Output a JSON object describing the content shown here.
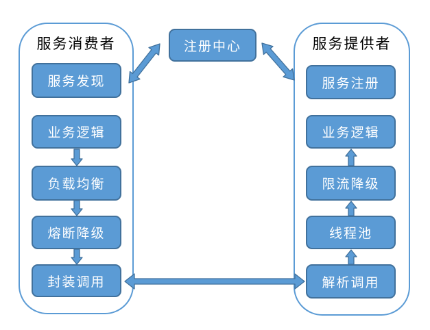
{
  "registry": {
    "label": "注册中心"
  },
  "consumer": {
    "title": "服务消费者",
    "boxes": [
      {
        "label": "服务发现"
      },
      {
        "label": "业务逻辑"
      },
      {
        "label": "负载均衡"
      },
      {
        "label": "熔断降级"
      },
      {
        "label": "封装调用"
      }
    ]
  },
  "provider": {
    "title": "服务提供者",
    "boxes": [
      {
        "label": "服务注册"
      },
      {
        "label": "业务逻辑"
      },
      {
        "label": "限流降级"
      },
      {
        "label": "线程池"
      },
      {
        "label": "解析调用"
      }
    ]
  },
  "connections": [
    {
      "from": "服务发现",
      "to": "注册中心",
      "direction": "bidirectional"
    },
    {
      "from": "注册中心",
      "to": "服务注册",
      "direction": "bidirectional"
    },
    {
      "from": "业务逻辑",
      "to": "负载均衡",
      "direction": "down",
      "side": "consumer"
    },
    {
      "from": "负载均衡",
      "to": "熔断降级",
      "direction": "down",
      "side": "consumer"
    },
    {
      "from": "熔断降级",
      "to": "封装调用",
      "direction": "down",
      "side": "consumer"
    },
    {
      "from": "解析调用",
      "to": "线程池",
      "direction": "up",
      "side": "provider"
    },
    {
      "from": "线程池",
      "to": "限流降级",
      "direction": "up",
      "side": "provider"
    },
    {
      "from": "限流降级",
      "to": "业务逻辑",
      "direction": "up",
      "side": "provider"
    },
    {
      "from": "封装调用",
      "to": "解析调用",
      "direction": "bidirectional"
    }
  ],
  "colors": {
    "box_fill": "#5b9bd5",
    "box_border": "#41719c",
    "box_text": "#ffffff",
    "container_border": "#5b9bd5",
    "title_text": "#000000",
    "arrow_fill": "#5b9bd5",
    "arrow_border": "#41719c",
    "background": "#ffffff"
  }
}
